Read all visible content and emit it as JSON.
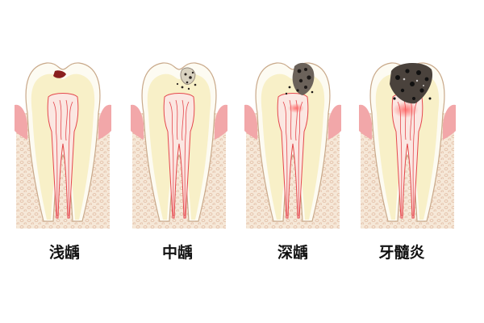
{
  "stages": [
    {
      "label": "浅龋",
      "decay": "shallow"
    },
    {
      "label": "中龋",
      "decay": "moderate"
    },
    {
      "label": "深龋",
      "decay": "deep"
    },
    {
      "label": "牙髓炎",
      "decay": "pulpitis"
    }
  ],
  "colors": {
    "enamel": "#fdfbf2",
    "dentin": "#f8f0c8",
    "gum": "#f2a7a9",
    "bone": "#f5e6d6",
    "pulp": "#e5484d",
    "decay": "#2a2320"
  }
}
